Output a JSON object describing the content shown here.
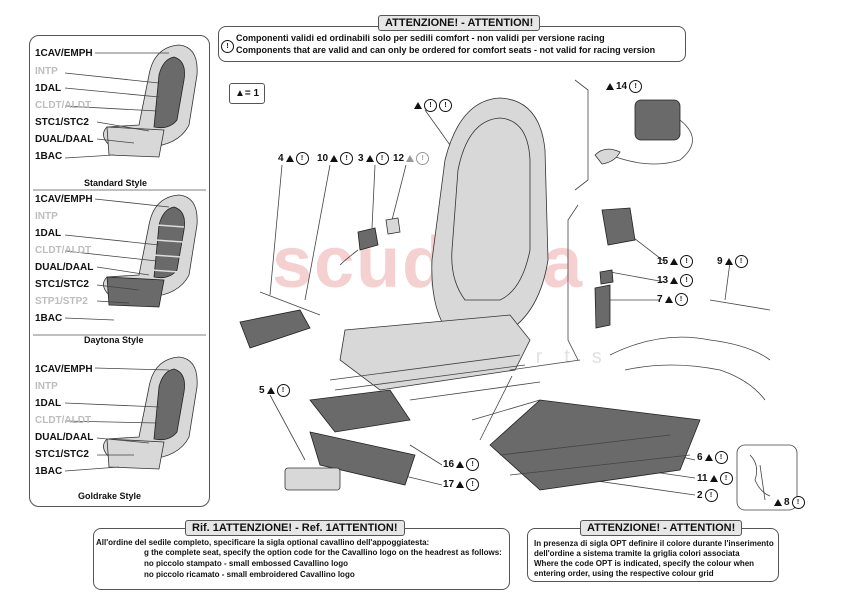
{
  "top_notice": {
    "title": "ATTENZIONE! - ATTENTION!",
    "line_it": "Componenti validi ed ordinabili solo per sedili comfort - non validi per versione racing",
    "line_en": "Components that are valid and can only be ordered for comfort seats - not valid for racing version"
  },
  "legend": {
    "text": "▲= 1"
  },
  "left_panel": {
    "groups": [
      {
        "style": "Standard Style",
        "labels": [
          {
            "text": "1CAV/EMPH",
            "grey": false
          },
          {
            "text": "INTP",
            "grey": true
          },
          {
            "text": "1DAL",
            "grey": false
          },
          {
            "text": "CLDT/ALDT",
            "grey": true
          },
          {
            "text": "STC1/STC2",
            "grey": false
          },
          {
            "text": "DUAL/DAAL",
            "grey": false
          },
          {
            "text": "1BAC",
            "grey": false
          }
        ]
      },
      {
        "style": "Daytona Style",
        "labels": [
          {
            "text": "1CAV/EMPH",
            "grey": false
          },
          {
            "text": "INTP",
            "grey": true
          },
          {
            "text": "1DAL",
            "grey": false
          },
          {
            "text": "CLDT/ALDT",
            "grey": true
          },
          {
            "text": "DUAL/DAAL",
            "grey": false
          },
          {
            "text": "STC1/STC2",
            "grey": false
          },
          {
            "text": "STP1/STP2",
            "grey": true
          },
          {
            "text": "1BAC",
            "grey": false
          }
        ]
      },
      {
        "style": "Goldrake Style",
        "labels": [
          {
            "text": "1CAV/EMPH",
            "grey": false
          },
          {
            "text": "INTP",
            "grey": true
          },
          {
            "text": "1DAL",
            "grey": false
          },
          {
            "text": "CLDT/ALDT",
            "grey": true
          },
          {
            "text": "DUAL/DAAL",
            "grey": false
          },
          {
            "text": "STC1/STC2",
            "grey": false
          },
          {
            "text": "1BAC",
            "grey": false
          }
        ]
      }
    ]
  },
  "callouts": [
    {
      "num": "",
      "grey_tri": false
    },
    {
      "num": "14",
      "grey_tri": false
    },
    {
      "num": "4",
      "grey_tri": false
    },
    {
      "num": "10",
      "grey_tri": false
    },
    {
      "num": "3",
      "grey_tri": false
    },
    {
      "num": "12",
      "grey_tri": true
    },
    {
      "num": "15",
      "grey_tri": false
    },
    {
      "num": "13",
      "grey_tri": false
    },
    {
      "num": "7",
      "grey_tri": false
    },
    {
      "num": "9",
      "grey_tri": false
    },
    {
      "num": "5",
      "grey_tri": false
    },
    {
      "num": "16",
      "grey_tri": false
    },
    {
      "num": "17",
      "grey_tri": false
    },
    {
      "num": "6",
      "grey_tri": false
    },
    {
      "num": "11",
      "grey_tri": false
    },
    {
      "num": "2",
      "grey_tri": false
    },
    {
      "num": "8",
      "grey_tri": false
    }
  ],
  "watermark": {
    "main": "scuderia",
    "sub": "car parts"
  },
  "bottom_left": {
    "title": "Rif. 1ATTENZIONE! - Ref. 1ATTENTION!",
    "lines": [
      "All'ordine del sedile completo, specificare la sigla optional cavallino dell'appoggiatesta:",
      "g the complete seat, specify the option code for the Cavallino logo on the headrest as follows:",
      "no piccolo stampato - small embossed Cavallino logo",
      "no piccolo ricamato - small embroidered Cavallino logo"
    ]
  },
  "bottom_right": {
    "title": "ATTENZIONE! - ATTENTION!",
    "lines": [
      "In presenza di sigla OPT definire il colore durante l'inserimento",
      "dell'ordine a sistema tramite la griglia colori associata",
      "Where the code OPT is indicated, specify the colour when",
      "entering order, using the respective colour grid"
    ]
  }
}
